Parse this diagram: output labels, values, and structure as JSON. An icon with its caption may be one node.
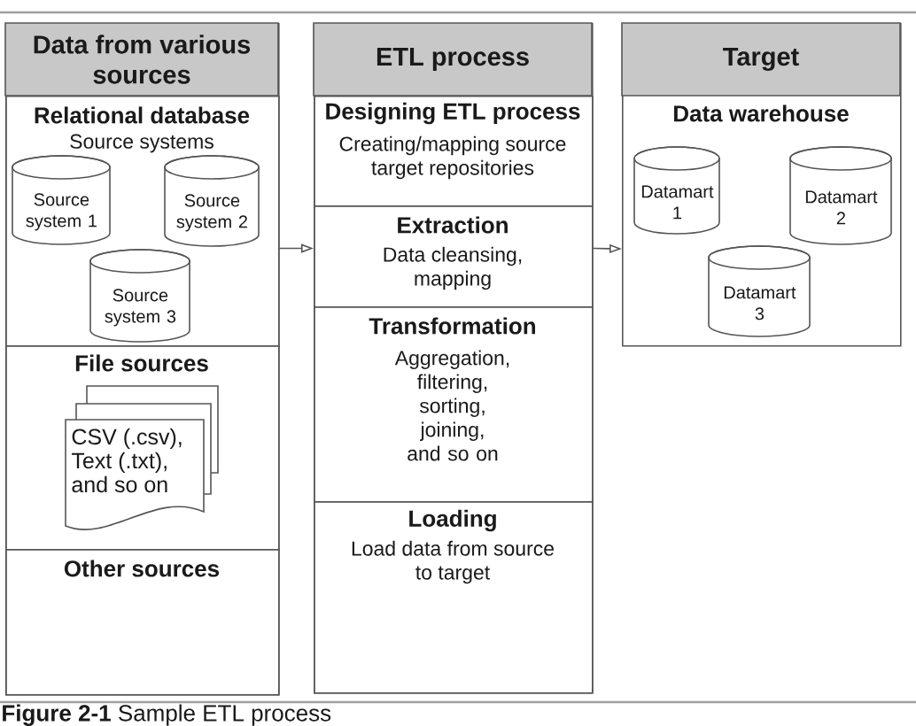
{
  "diagram": {
    "caption": "**Figure 2-1** Sample ETL process",
    "nodes": [
      {
        "text": [
          "Data from various sources"
        ]
      },
      {
        "text": [
          "Relational database",
          "Source systems"
        ],
        "in": 0
      },
      {
        "text": [
          "Source system 1"
        ],
        "in": 1
      },
      {
        "text": [
          "Source system 2"
        ],
        "in": 1
      },
      {
        "text": [
          "Source system 3"
        ],
        "in": 1
      },
      {
        "text": [
          "File sources"
        ],
        "in": 0
      },
      {
        "text": [
          "CSV (.csv), Text (.txt), and so on"
        ],
        "in": 5
      },
      {
        "text": [
          "Other sources"
        ],
        "in": 0
      },
      {
        "text": [
          "ETL process"
        ]
      },
      {
        "text": [
          "Designing ETL process",
          "Creating/mapping source target repositories"
        ],
        "in": 8
      },
      {
        "text": [
          "Extraction",
          "Data cleansing, mapping"
        ],
        "in": 8
      },
      {
        "text": [
          "Transformation",
          "Aggregation, filtering, sorting, joining, and so on"
        ],
        "in": 8
      },
      {
        "text": [
          "Loading",
          "Load data from source to target"
        ],
        "in": 8
      },
      {
        "text": [
          "Target",
          "Data warehouse"
        ]
      },
      {
        "text": [
          "Datamart 1"
        ],
        "in": 13
      },
      {
        "text": [
          "Datamart 2"
        ],
        "in": 13
      },
      {
        "text": [
          "Datamart 3"
        ],
        "in": 13
      }
    ],
    "edges": [
      {
        "from": 0,
        "to": 8,
        "arrow": "to"
      },
      {
        "from": 8,
        "to": 13,
        "arrow": "to"
      }
    ]
  }
}
